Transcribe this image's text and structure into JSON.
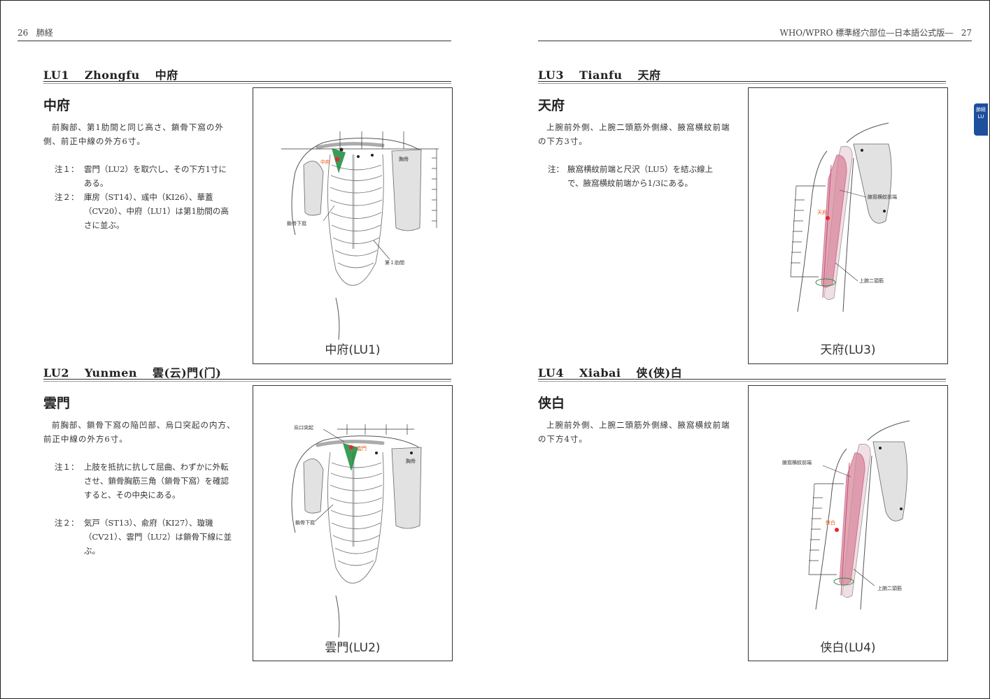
{
  "left_page": {
    "header": {
      "page_number": "26",
      "title": "肺経"
    },
    "sections": [
      {
        "code": "LU1",
        "pinyin": "Zhongfu",
        "hanzi": "中府",
        "point_name": "中府",
        "description": "前胸部、第1肋間と同じ高さ、鎖骨下窩の外側、前正中線の外方6寸。",
        "notes": [
          {
            "label": "注１：",
            "text": "雲門（LU2）を取穴し、その下方1寸にある。"
          },
          {
            "label": "注２：",
            "text": "庫房（ST14）、彧中（KI26）、華蓋（CV20）、中府（LU1）は第1肋間の高さに並ぶ。"
          }
        ],
        "figure": {
          "caption": "中府(LU1)",
          "labels": {
            "point": "中府",
            "clavicle": "鎖骨下窩",
            "rib": "第１肋間",
            "sternum": "胸骨"
          }
        }
      },
      {
        "code": "LU2",
        "pinyin": "Yunmen",
        "hanzi": "雲(云)門(门)",
        "point_name": "雲門",
        "description": "前胸部、鎖骨下窩の陥凹部、烏口突起の内方、前正中線の外方6寸。",
        "notes": [
          {
            "label": "注１：",
            "text": "上肢を抵抗に抗して屈曲、わずかに外転させ、鎖骨胸筋三角（鎖骨下窩）を確認すると、その中央にある。"
          },
          {
            "label": "注２：",
            "text": "気戸（ST13）、兪府（KI27）、璇璣（CV21）、雲門（LU2）は鎖骨下線に並ぶ。"
          }
        ],
        "figure": {
          "caption": "雲門(LU2)",
          "labels": {
            "point": "雲門",
            "coracoid": "烏口突起",
            "clavicle": "鎖骨下窩",
            "sternum": "胸骨"
          }
        }
      }
    ]
  },
  "right_page": {
    "header": {
      "page_number": "27",
      "title": "WHO/WPRO 標準経穴部位―日本語公式版―"
    },
    "tab": {
      "line1": "肺経",
      "line2": "LU"
    },
    "sections": [
      {
        "code": "LU3",
        "pinyin": "Tianfu",
        "hanzi": "天府",
        "point_name": "天府",
        "description": "上腕前外側、上腕二頭筋外側縁、腋窩横紋前端の下方3寸。",
        "notes": [
          {
            "label": "注：",
            "text": "腋窩横紋前端と尺沢（LU5）を結ぶ線上で、腋窩横紋前端から1/3にある。"
          }
        ],
        "figure": {
          "caption": "天府(LU3)",
          "labels": {
            "point": "天府",
            "axilla": "腋窩横紋前端",
            "biceps": "上腕二頭筋"
          }
        }
      },
      {
        "code": "LU4",
        "pinyin": "Xiabai",
        "hanzi": "侠(侠)白",
        "point_name": "侠白",
        "description": "上腕前外側、上腕二頭筋外側縁、腋窩横紋前端の下方4寸。",
        "notes": [],
        "figure": {
          "caption": "侠白(LU4)",
          "labels": {
            "point": "侠白",
            "axilla": "腋窩横紋前端",
            "biceps": "上腕二頭筋"
          }
        }
      }
    ]
  }
}
